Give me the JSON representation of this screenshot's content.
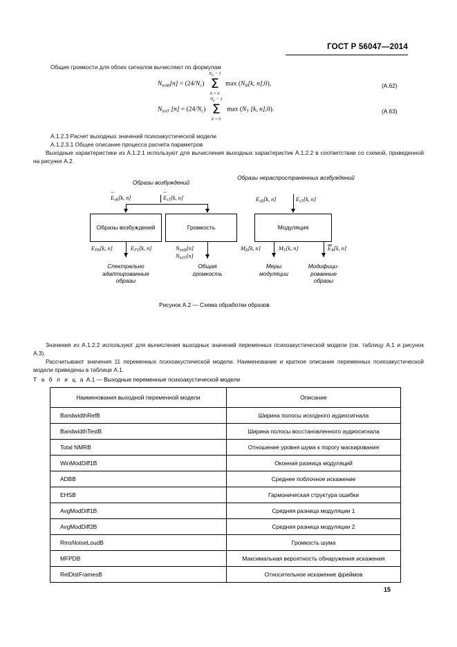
{
  "header": {
    "standard": "ГОСТ Р 56047—2014"
  },
  "page_number": "15",
  "intro_paragraph": "Общие громкости для обоих сигналов вычисляют по формулам",
  "formulas": [
    {
      "id": "A.62",
      "lhs": "N",
      "lhs_sub": "totR",
      "lhs_arg": "[n]",
      "coef": "= (24/N",
      "coef_sub": "c",
      "coef_end": ")",
      "sum_top": "N  − 1",
      "sum_top_sub": "c",
      "sum_bottom": "k = 0",
      "rhs": "max (N",
      "rhs_sub": "R",
      "rhs_end": "[k, n],0),",
      "number": "(A.62)"
    },
    {
      "id": "A.63",
      "lhs": "N",
      "lhs_sub": "totT",
      "lhs_arg": "[n]",
      "coef": "= (24/N",
      "coef_sub": "c",
      "coef_end": ")",
      "sum_top": "N  − 1",
      "sum_top_sub": "c",
      "sum_bottom": "k = 0",
      "rhs": "max (N",
      "rhs_sub": "T",
      "rhs_end": "[k, n],0).",
      "number": "(A.63)"
    }
  ],
  "sections": {
    "a1233_title": "A.1.2.3  Расчет выходных значений психоакустической модели",
    "a12331_title": "A.1.2.3.1  Общее описание процесса расчета параметров",
    "output_paragraph": "Выходные характеристики из А.1.2.1 используют для вычисления выходных характеристик А.1.2.2 в соответствии со схемой, приведенной на рисунке А.2."
  },
  "figure": {
    "caption": "Рисунок А.2 — Схема обработки образов",
    "top_labels": {
      "excitation_patterns": "Образы возбуждений",
      "unspread_excitation_patterns": "Образы нераспространенных возбуждений"
    },
    "input_labels": {
      "esr_tilde": "Ẽ",
      "esr_tilde_sub": "sR",
      "esr_tilde_arg": "[k, n]",
      "est_tilde": "Ẽ",
      "est_tilde_sub": "sT",
      "est_tilde_arg": "[k, n]",
      "esr": "E",
      "esr_sub": "sR",
      "esr_arg": "[k, n]",
      "est": "E",
      "est_sub": "sT",
      "est_arg": "[k, n]"
    },
    "boxes": [
      {
        "name": "excitation-patterns-box",
        "label": "Образы возбуждений"
      },
      {
        "name": "loudness-box",
        "label": "Громкость"
      },
      {
        "name": "modulation-box",
        "label": "Модуляция"
      }
    ],
    "output_labels": {
      "epr": "E",
      "epr_sub": "PR",
      "epr_arg": "[k, n]",
      "ept": "E",
      "ept_sub": "PT",
      "ept_arg": "[k, n]",
      "ntotr": "N",
      "ntotr_sub": "totR",
      "ntotr_arg": "[n]",
      "ntott": "N",
      "ntott_sub": "totT",
      "ntott_arg": "[n]",
      "mr": "M",
      "mr_sub": "R",
      "mr_arg": "[k, n]",
      "mt": "M",
      "mt_sub": "T",
      "mt_arg": "[k, n]",
      "er_bar": "E",
      "er_bar_sub": "R",
      "er_bar_arg": "[k, n]"
    },
    "bottom_labels": [
      "Спектрально адаптированные образы",
      "Общая громкость",
      "Меры модуляции",
      "Модифици- рованные образы"
    ],
    "bottom_label_lines": {
      "spectral": [
        "Спектрально",
        "адаптированные",
        "образы"
      ],
      "total_loudness": [
        "Общая",
        "громкость"
      ],
      "modulation_measures": [
        "Меры",
        "модуляции"
      ],
      "modified_patterns": [
        "Модифици-",
        "рованные",
        "образы"
      ]
    }
  },
  "after_figure": {
    "values_paragraph": "Значения из А.1.2.2 используют для вычисления выходных значений переменных психоакустической модели (см. таблицу А.1 и рисунок А.3).",
    "calc_paragraph": "Рассчитывают значения 11 переменных психоакустической модели. Наименование и краткое описание переменных психоакустической модели приведены в таблице А.1."
  },
  "table": {
    "title_prefix": "Т а б л и ц а",
    "title_rest": "А.1 — Выходные переменные психоакустической модели",
    "columns": [
      "Наименования выходной переменной модели",
      "Описание"
    ],
    "rows": [
      {
        "name": "BandwidthRefB",
        "description": "Ширина полосы исходного аудиосигнала"
      },
      {
        "name": "BandwidthTestB",
        "description": "Ширина полосы восстановленного аудиосигнала"
      },
      {
        "name": "Total NMRB",
        "description": "Отношение уровня шума к порогу маскирования"
      },
      {
        "name": "WinModDiff1B",
        "description": "Оконная разница модуляций"
      },
      {
        "name": "ADBB",
        "description": "Среднее поблочное искажение"
      },
      {
        "name": "EHSB",
        "description": "Гармоническая структура ошибки"
      },
      {
        "name": "AvgModDiff1B",
        "description": "Средняя разница модуляции 1"
      },
      {
        "name": "AvgModDiff2B",
        "description": "Средняя разница модуляции 2"
      },
      {
        "name": "RmsNoiseLoudB",
        "description": "Громкость шума"
      },
      {
        "name": "MFPDB",
        "description": "Максимальная вероятность обнаружения искажения"
      },
      {
        "name": "RelDistFramesB",
        "description": "Относительное искажение фреймов"
      }
    ]
  }
}
